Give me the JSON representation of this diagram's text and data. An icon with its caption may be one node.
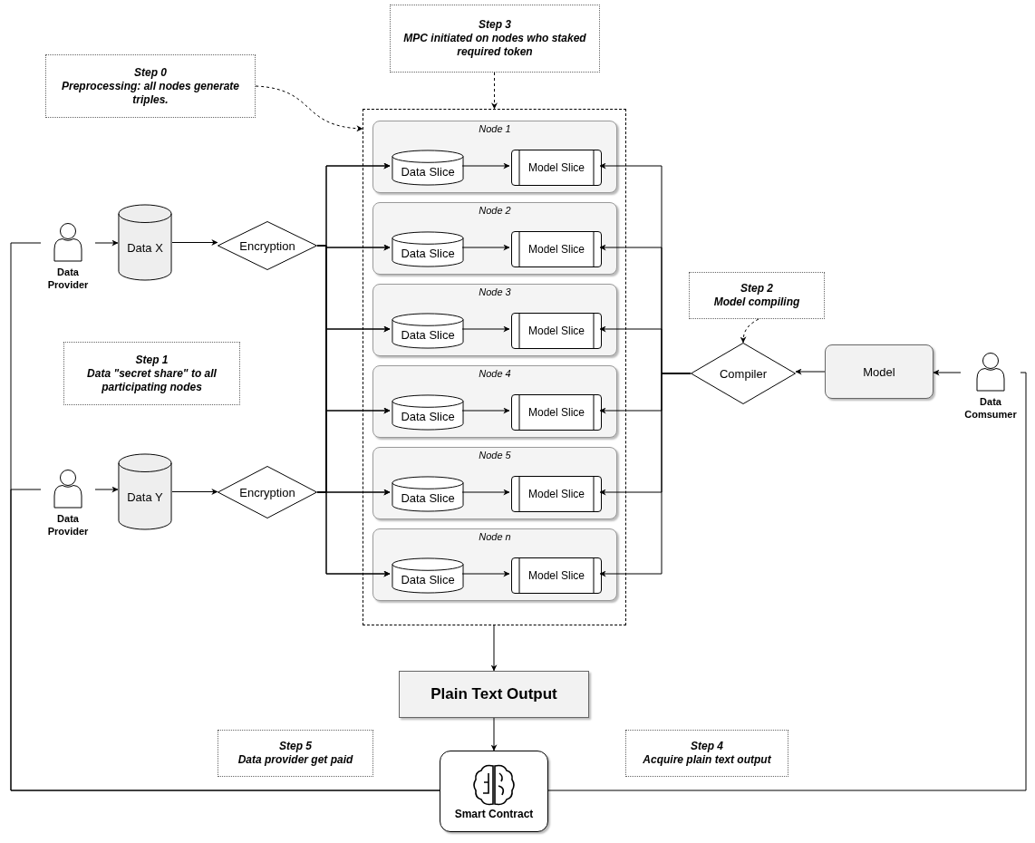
{
  "diagram": {
    "nodes": [
      {
        "text": [
          "Step 0",
          "Preprocessing: all nodes generate triples."
        ]
      },
      {
        "text": [
          "Step 3",
          "MPC initiated on nodes who staked required token"
        ]
      },
      {
        "text": [],
        "shape": "box"
      },
      {
        "text": [
          "Node 1"
        ],
        "in": 2
      },
      {
        "text": [
          "Data Slice"
        ],
        "in": 3
      },
      {
        "text": [
          "Model Slice"
        ],
        "in": 3
      },
      {
        "text": [
          "Node 2"
        ],
        "in": 2
      },
      {
        "text": [
          "Data Slice"
        ],
        "in": 6
      },
      {
        "text": [
          "Model Slice"
        ],
        "in": 6
      },
      {
        "text": [
          "Node 3"
        ],
        "in": 2
      },
      {
        "text": [
          "Data Slice"
        ],
        "in": 9
      },
      {
        "text": [
          "Model Slice"
        ],
        "in": 9
      },
      {
        "text": [
          "Node 4"
        ],
        "in": 2
      },
      {
        "text": [
          "Data Slice"
        ],
        "in": 12
      },
      {
        "text": [
          "Model Slice"
        ],
        "in": 12
      },
      {
        "text": [
          "Node 5"
        ],
        "in": 2
      },
      {
        "text": [
          "Data Slice"
        ],
        "in": 15
      },
      {
        "text": [
          "Model Slice"
        ],
        "in": 15
      },
      {
        "text": [
          "Node n"
        ],
        "in": 2
      },
      {
        "text": [
          "Data Slice"
        ],
        "in": 18
      },
      {
        "text": [
          "Model Slice"
        ],
        "in": 18
      },
      {
        "text": [
          "Data Provider"
        ]
      },
      {
        "text": [
          "Data X"
        ]
      },
      {
        "text": [
          "Encryption"
        ]
      },
      {
        "text": [
          "Step 2",
          "Model compiling"
        ]
      },
      {
        "text": [
          "Compiler"
        ]
      },
      {
        "text": [
          "Model"
        ]
      },
      {
        "text": [
          "Data Comsumer"
        ]
      },
      {
        "text": [
          "Step 1",
          "Data \"secret share\" to all participating nodes"
        ]
      },
      {
        "text": [
          "Data Provider"
        ]
      },
      {
        "text": [
          "Data Y"
        ]
      },
      {
        "text": [
          "Encryption"
        ]
      },
      {
        "text": [
          "Plain Text Output"
        ]
      },
      {
        "text": [
          "Step 5",
          "Data provider get paid"
        ]
      },
      {
        "text": [
          "Step 4",
          "Acquire plain text output"
        ]
      },
      {
        "text": [
          "Smart Contract"
        ]
      }
    ],
    "edges": [
      {
        "from": 0,
        "to": 2,
        "arrow": "to",
        "style": "dashed"
      },
      {
        "from": 1,
        "to": 2,
        "arrow": "to",
        "style": "dashed"
      },
      {
        "from": 21,
        "to": 22,
        "arrow": "to"
      },
      {
        "from": 22,
        "to": 23,
        "arrow": "to"
      },
      {
        "from": 23,
        "to": 4,
        "arrow": "to"
      },
      {
        "from": 23,
        "to": 7,
        "arrow": "to"
      },
      {
        "from": 23,
        "to": 10,
        "arrow": "to"
      },
      {
        "from": 23,
        "to": 13,
        "arrow": "to"
      },
      {
        "from": 23,
        "to": 16,
        "arrow": "to"
      },
      {
        "from": 23,
        "to": 19,
        "arrow": "to"
      },
      {
        "from": 29,
        "to": 30,
        "arrow": "to"
      },
      {
        "from": 30,
        "to": 31,
        "arrow": "to"
      },
      {
        "from": 31,
        "to": 4,
        "arrow": "to"
      },
      {
        "from": 31,
        "to": 7,
        "arrow": "to"
      },
      {
        "from": 31,
        "to": 10,
        "arrow": "to"
      },
      {
        "from": 31,
        "to": 13,
        "arrow": "to"
      },
      {
        "from": 31,
        "to": 16,
        "arrow": "to"
      },
      {
        "from": 31,
        "to": 19,
        "arrow": "to"
      },
      {
        "from": 4,
        "to": 5,
        "arrow": "to"
      },
      {
        "from": 7,
        "to": 8,
        "arrow": "to"
      },
      {
        "from": 10,
        "to": 11,
        "arrow": "to"
      },
      {
        "from": 13,
        "to": 14,
        "arrow": "to"
      },
      {
        "from": 16,
        "to": 17,
        "arrow": "to"
      },
      {
        "from": 19,
        "to": 20,
        "arrow": "to"
      },
      {
        "from": 25,
        "to": 5,
        "arrow": "to"
      },
      {
        "from": 25,
        "to": 8,
        "arrow": "to"
      },
      {
        "from": 25,
        "to": 11,
        "arrow": "to"
      },
      {
        "from": 25,
        "to": 14,
        "arrow": "to"
      },
      {
        "from": 25,
        "to": 17,
        "arrow": "to"
      },
      {
        "from": 25,
        "to": 20,
        "arrow": "to"
      },
      {
        "from": 26,
        "to": 25,
        "arrow": "to"
      },
      {
        "from": 27,
        "to": 26,
        "arrow": "to"
      },
      {
        "from": 24,
        "to": 25,
        "arrow": "to",
        "style": "dashed"
      },
      {
        "from": 2,
        "to": 32,
        "arrow": "to"
      },
      {
        "from": 32,
        "to": 35,
        "arrow": "to"
      },
      {
        "from": 35,
        "to": 21,
        "arrow": "none"
      },
      {
        "from": 35,
        "to": 29,
        "arrow": "none"
      },
      {
        "from": 35,
        "to": 27,
        "arrow": "none"
      }
    ]
  }
}
